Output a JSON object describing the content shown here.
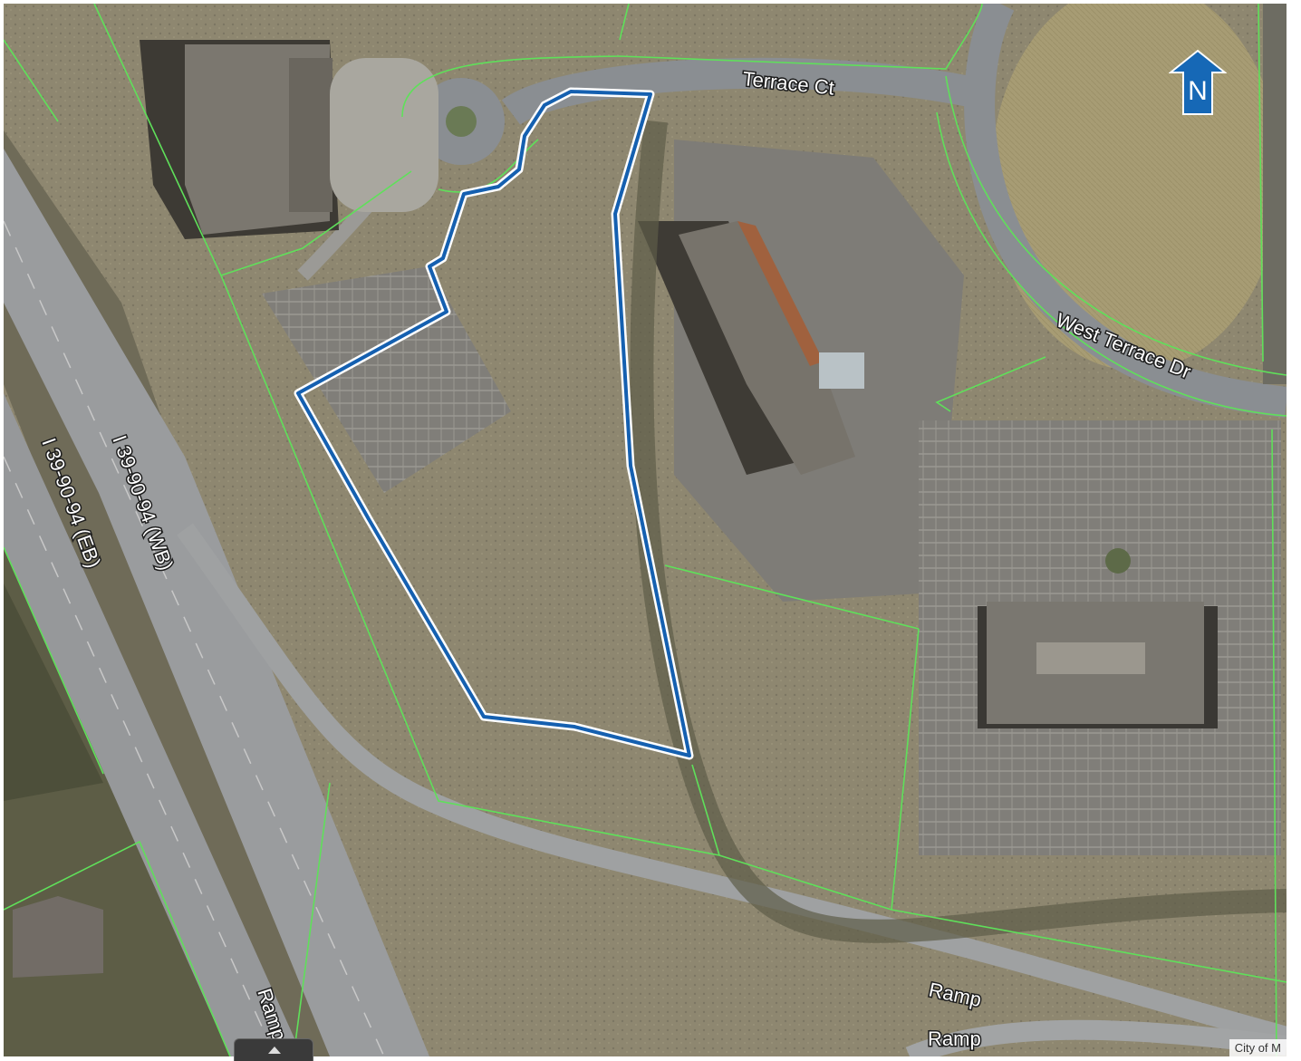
{
  "map": {
    "attribution": "City of M",
    "north_label": "N",
    "colors": {
      "parcel_outline": "#1560b0",
      "parcel_halo": "#ffffff",
      "parcel_lines": "#5fe05a",
      "road": "#8b8f93",
      "grass": "#7d7a5f",
      "field": "#a59a74",
      "parking": "#8c8a86",
      "roof": "#6e6a62",
      "north_arrow": "#1668b6"
    }
  },
  "labels": {
    "terrace_ct": "Terrace Ct",
    "west_terrace_dr": "West Terrace Dr",
    "i39_wb": "I 39-90-94 (WB)",
    "i39_eb": "I 39-90-94 (EB)",
    "ramp_1": "Ramp",
    "ramp_2": "Ramp",
    "ramp_3": "Ramp"
  },
  "controls": {
    "expand_label": "expand"
  }
}
